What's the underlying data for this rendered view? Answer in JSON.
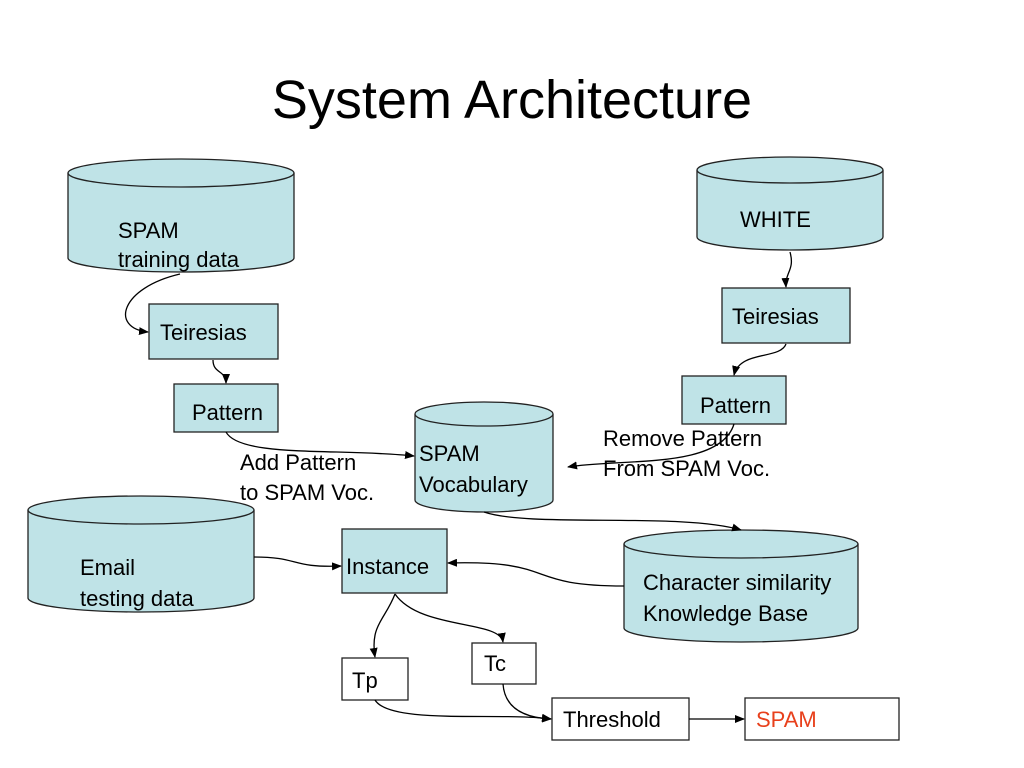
{
  "title": "System Architecture",
  "nodes": {
    "spam_training": {
      "line1": "SPAM",
      "line2": "training data"
    },
    "white": {
      "label": "WHITE"
    },
    "teiresias_left": {
      "label": "Teiresias"
    },
    "teiresias_right": {
      "label": "Teiresias"
    },
    "pattern_left": {
      "label": "Pattern"
    },
    "pattern_right": {
      "label": "Pattern"
    },
    "spam_vocab": {
      "line1": "SPAM",
      "line2": "Vocabulary"
    },
    "email_testing": {
      "line1": "Email",
      "line2": "testing data"
    },
    "instance": {
      "label": "Instance"
    },
    "char_kb": {
      "line1": "Character similarity",
      "line2": "Knowledge Base"
    },
    "tp": {
      "label": "Tp"
    },
    "tc": {
      "label": "Tc"
    },
    "threshold": {
      "label": "Threshold"
    },
    "spam_out": {
      "label": "SPAM"
    }
  },
  "edge_labels": {
    "add_pattern": {
      "line1": "Add Pattern",
      "line2": "to SPAM Voc."
    },
    "remove_pattern": {
      "line1": "Remove Pattern",
      "line2": "From SPAM Voc."
    }
  },
  "colors": {
    "node_fill": "#bfe3e7",
    "spam_output_text": "#e8401c"
  }
}
